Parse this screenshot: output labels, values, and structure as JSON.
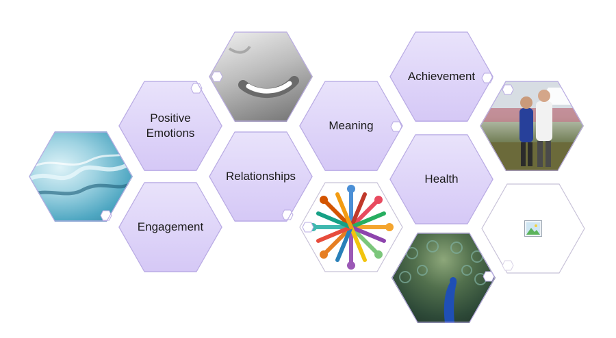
{
  "labels": {
    "positive_emotions_line1": "Positive",
    "positive_emotions_line2": "Emotions",
    "engagement": "Engagement",
    "relationships": "Relationships",
    "meaning": "Meaning",
    "achievement": "Achievement",
    "health": "Health"
  },
  "colors": {
    "hex_fill_top": "#e9e3fb",
    "hex_fill_bottom": "#d5c8f6",
    "hex_border": "#b9abe3"
  },
  "images": {
    "water": "water-image",
    "smile": "smile-image",
    "people_circle": "people-circle-image",
    "peacock": "peacock-image",
    "runners": "runners-image",
    "placeholder": "image-placeholder-icon"
  }
}
